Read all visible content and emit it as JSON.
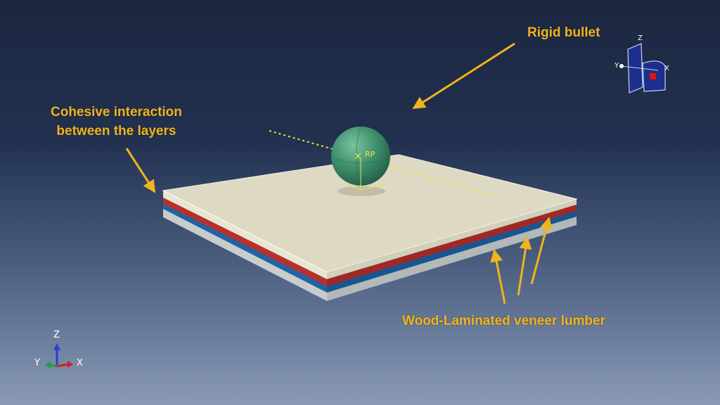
{
  "annotations": {
    "rigid_bullet": "Rigid bullet",
    "cohesive_line1": "Cohesive interaction",
    "cohesive_line2": "between the layers",
    "wood_lvl": "Wood-Laminated veneer lumber"
  },
  "reference_point": "RP",
  "triad": {
    "x": "X",
    "y": "Y",
    "z": "Z"
  },
  "view_cube": {
    "x": "X",
    "y": "Y",
    "z": "Z"
  },
  "colors": {
    "annotation": "#f0b41c",
    "top_layer": "#ddd9c4",
    "red_layer": "#b8302c",
    "blue_layer": "#1d63a6",
    "bottom_layer": "#c9cccc",
    "bullet": "#3e8f6c",
    "axis_line": "#e6e63a"
  }
}
